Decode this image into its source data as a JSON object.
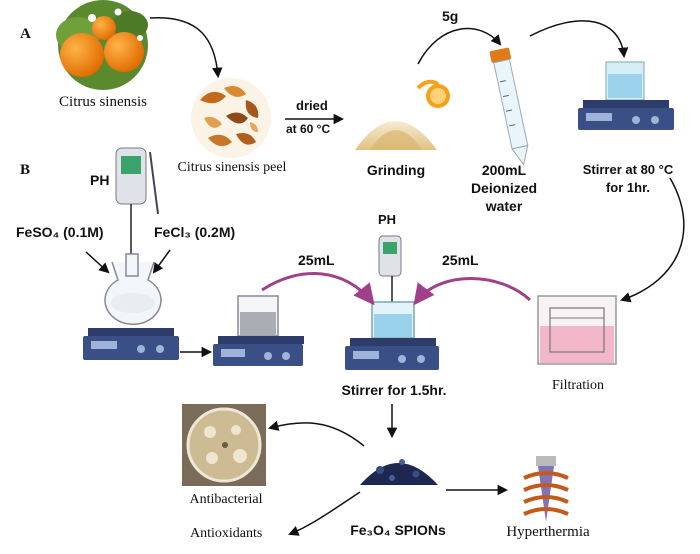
{
  "panels": {
    "a": "A",
    "b": "B"
  },
  "steps": {
    "citrus": "Citrus sinensis",
    "peel": "Citrus sinensis peel",
    "dried": "dried",
    "dried_temp": "at 60 °C",
    "mass": "5g",
    "grinding": "Grinding",
    "water": [
      "200mL",
      "Deionized",
      "water"
    ],
    "stirrer80": [
      "Stirrer at 80 °C",
      "for 1hr."
    ],
    "filtration": "Filtration",
    "vol_left": "25mL",
    "vol_right": "25mL",
    "ph_top": "PH",
    "ph_mid": "PH",
    "feso4": "FeSO₄ (0.1M)",
    "fecl3": "FeCl₃ (0.2M)",
    "stirrer15": "Stirrer for 1.5hr.",
    "product": "Fe₃O₄ SPIONs"
  },
  "applications": {
    "antibacterial": "Antibacterial",
    "antioxidants": "Antioxidants",
    "hyperthermia": "Hyperthermia"
  },
  "colors": {
    "arrow": "#111111",
    "arrow_accent": "#a0408a",
    "stirrer": "#3a4f86",
    "orange": "#f08a12",
    "beaker_pink": "#f2b8c9",
    "beaker_blue": "#8ecbe8",
    "nanoparticles": "#1e2750"
  }
}
